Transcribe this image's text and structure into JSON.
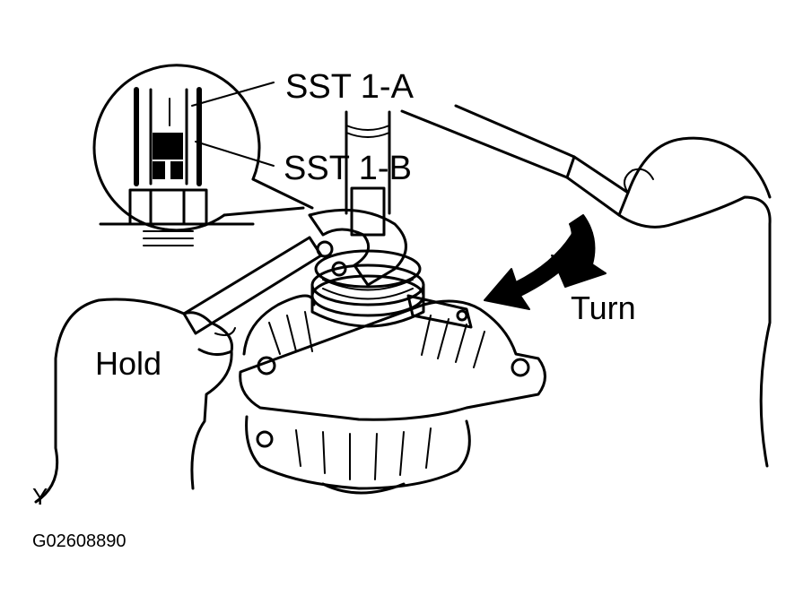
{
  "labels": {
    "sst_1a": "SST 1-A",
    "sst_1b": "SST 1-B",
    "turn": "Turn",
    "hold": "Hold",
    "view": "Y",
    "figure_code": "G02608890"
  },
  "colors": {
    "ink": "#000000",
    "paper": "#ffffff"
  }
}
